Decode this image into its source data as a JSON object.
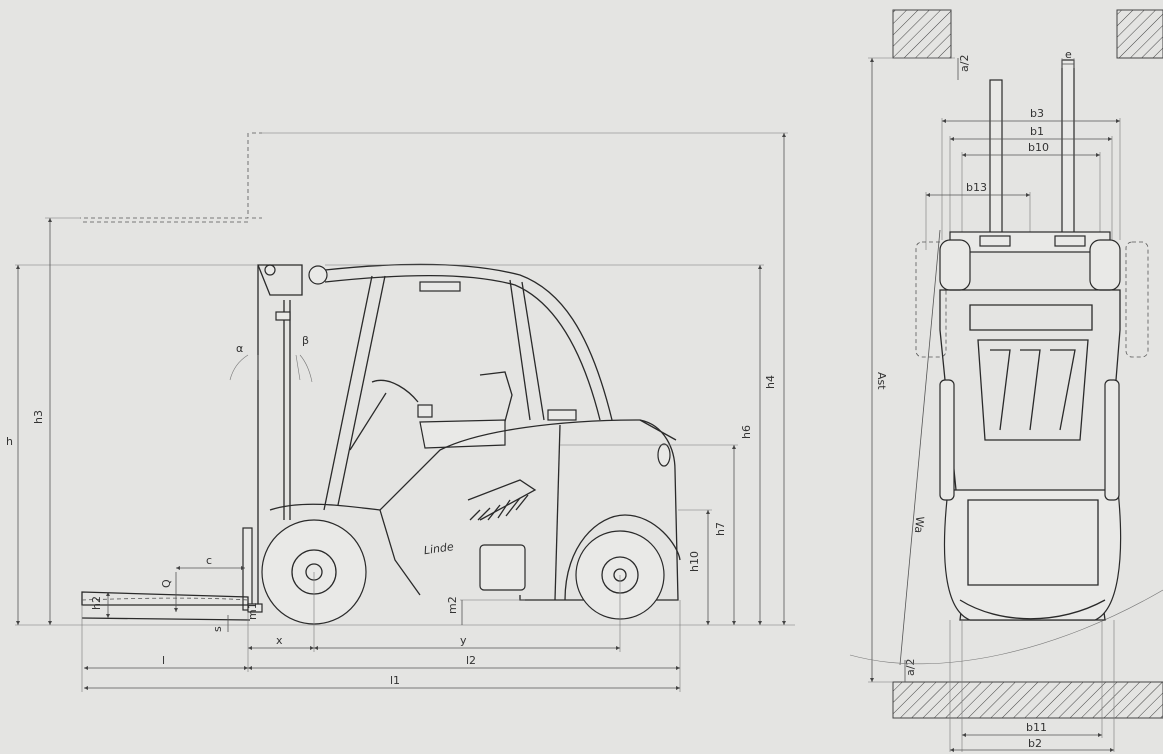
{
  "side_view": {
    "dimensions": {
      "h": "h",
      "h3": "h3",
      "h4": "h4",
      "h6": "h6",
      "h7": "h7",
      "h10": "h10",
      "h2": "h2",
      "m2": "m2",
      "m1": "m1",
      "s": "s",
      "c": "c",
      "Q": "Q",
      "x": "x",
      "y": "y",
      "l": "l",
      "l2": "l2",
      "l1": "l1",
      "alpha": "α",
      "beta": "β"
    },
    "brand": "Linde"
  },
  "top_view": {
    "dimensions": {
      "e": "e",
      "b3": "b3",
      "b1": "b1",
      "b10": "b10",
      "b13": "b13",
      "Ast": "Ast",
      "Wa": "Wa",
      "a2_top": "a/2",
      "a2_bottom": "a/2",
      "b11": "b11",
      "b2": "b2"
    }
  }
}
